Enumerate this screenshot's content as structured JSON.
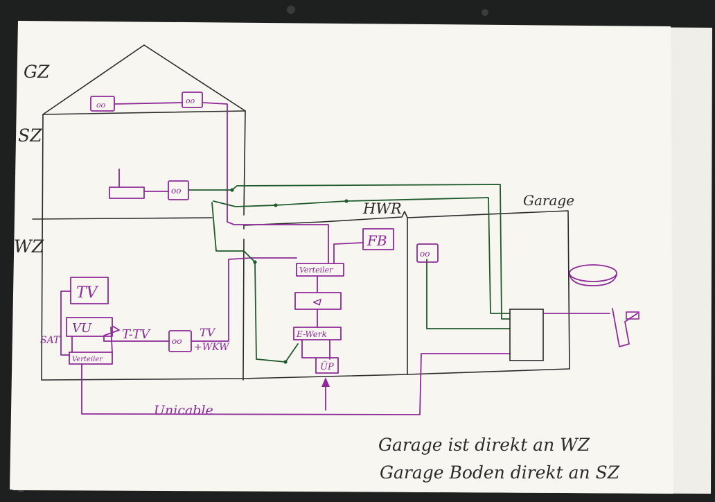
{
  "floors": {
    "dachgeschoss": "GZ",
    "obergeschoss": "SZ",
    "wohnzimmer": "WZ"
  },
  "rooms": {
    "hwr": "HWR",
    "garage": "Garage"
  },
  "devices": {
    "tv": "TV",
    "receiver": "VU",
    "verteiler_wz": "Verteiler",
    "verteiler_hwr": "Verteiler",
    "verstaerker_symbol": "⊲",
    "ewerk": "E-Werk",
    "ups": "ÜP",
    "fb": "FB",
    "outlet": "oo",
    "sat": "SAT"
  },
  "connections": {
    "t_tv": "T-TV",
    "tv_wkw_line1": "TV",
    "tv_wkw_line2": "+WKW",
    "unicable": "Unicable"
  },
  "notes": {
    "line1": "Garage ist direkt an WZ",
    "line2": "Garage Boden direkt an SZ"
  },
  "colors": {
    "paper": "#f7f6f1",
    "background": "#1e1f1f",
    "pen_black": "#2a2a2a",
    "pen_purple": "#8e2a98",
    "pen_green": "#1f5a2c"
  }
}
